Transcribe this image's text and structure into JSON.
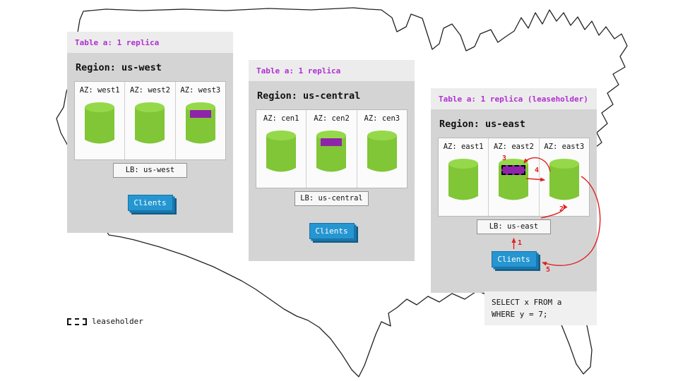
{
  "panels": [
    {
      "id": "us-west",
      "table_label": "Table a: 1 replica",
      "region_label": "Region: us-west",
      "azs": [
        {
          "label": "AZ: west1",
          "replica": false
        },
        {
          "label": "AZ: west2",
          "replica": false
        },
        {
          "label": "AZ: west3",
          "replica": true
        }
      ],
      "lb_label": "LB: us-west",
      "clients_label": "Clients"
    },
    {
      "id": "us-central",
      "table_label": "Table a: 1 replica",
      "region_label": "Region: us-central",
      "azs": [
        {
          "label": "AZ: cen1",
          "replica": false
        },
        {
          "label": "AZ: cen2",
          "replica": true
        },
        {
          "label": "AZ: cen3",
          "replica": false
        }
      ],
      "lb_label": "LB: us-central",
      "clients_label": "Clients"
    },
    {
      "id": "us-east",
      "table_label": "Table a: 1 replica (leaseholder)",
      "region_label": "Region: us-east",
      "azs": [
        {
          "label": "AZ: east1",
          "replica": false
        },
        {
          "label": "AZ: east2",
          "replica": true,
          "leaseholder": true
        },
        {
          "label": "AZ: east3",
          "replica": false
        }
      ],
      "lb_label": "LB: us-east",
      "clients_label": "Clients"
    }
  ],
  "query": {
    "line1": "SELECT x FROM a",
    "line2": "WHERE y = 7;"
  },
  "steps": {
    "s1": "1",
    "s2": "2",
    "s3": "3",
    "s4": "4",
    "s5": "5"
  },
  "legend": {
    "label": "leaseholder"
  },
  "colors": {
    "replica": "#8e24aa",
    "table_label": "#b02fd0",
    "arrow": "#e01f1f",
    "cylinder_body": "#80c636",
    "cylinder_top": "#95d94a",
    "clients_bg": "#2596d1"
  }
}
